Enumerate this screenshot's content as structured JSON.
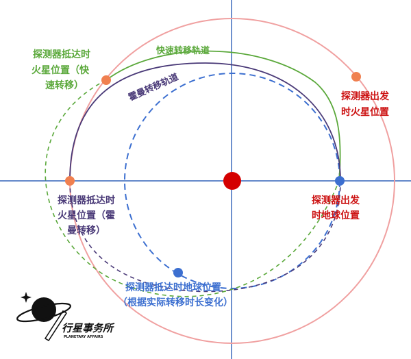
{
  "orbits": {
    "fast_transfer_label": "快速转移轨道",
    "hohmann_label": "霍曼转移轨道"
  },
  "labels": {
    "probe_at_mars_fast": [
      "探测器抵达时",
      "火星位置（快",
      "速转移）"
    ],
    "probe_depart_mars": [
      "探测器出发",
      "时火星位置"
    ],
    "probe_at_mars_hohmann": [
      "探测器抵达时",
      "火星位置（霍",
      "曼转移）"
    ],
    "probe_depart_earth": [
      "探测器出发",
      "时地球位置"
    ],
    "probe_at_earth": [
      "探测器抵达时地球位置",
      "（根据实际转移时长变化）"
    ]
  },
  "logo": {
    "name": "行星事务所",
    "subtitle": "PLANETARY AFFAIRS"
  },
  "colors": {
    "axis": "#3060b8",
    "sun": "#d40000",
    "mars_orbit": "#f0a0a0",
    "mars_marker": "#f08050",
    "earth": "#3c6fd0",
    "fast_orbit": "#5aa83a",
    "hohmann_orbit": "#4a3a78",
    "label_red": "#cc1111",
    "label_green": "#5aa83a",
    "label_purple": "#4a3a78",
    "label_blue": "#3c6fd0"
  }
}
